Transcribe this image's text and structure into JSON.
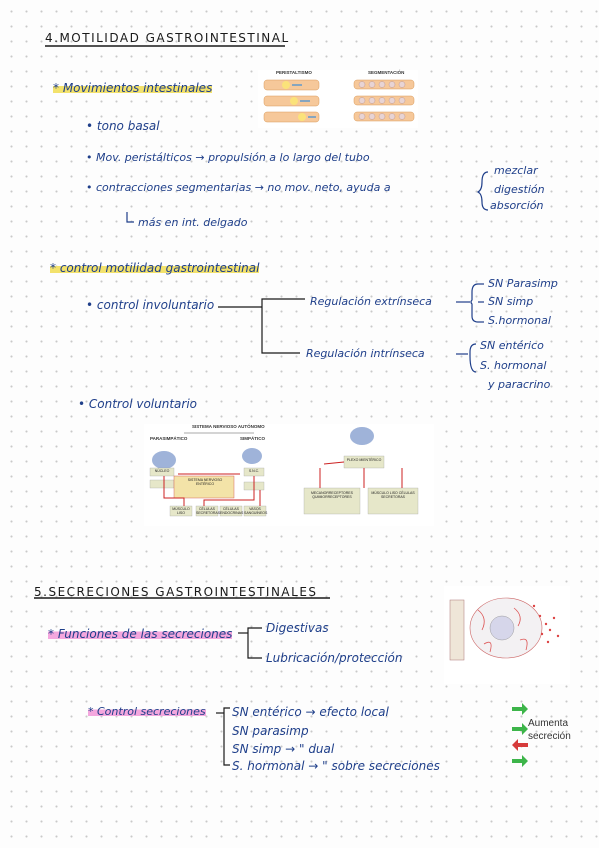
{
  "section4": {
    "title": "4.MOTILIDAD GASTROINTESTINAL",
    "movimientos": {
      "heading": "* Movimientos intestinales",
      "items": [
        "• tono basal",
        "• Mov. peristálticos → propulsión a lo largo del tubo",
        "• contracciones segmentarias → no mov. neto, ayuda a"
      ],
      "brace_items": [
        "mezclar",
        "digestión",
        "absorción"
      ],
      "note": "más en int. delgado",
      "figure": {
        "peristaltismo_label": "PERISTALTISMO",
        "segmentacion_label": "SEGMENTACIÓN"
      }
    },
    "control": {
      "heading": "* control motilidad gastrointestinal",
      "involuntario": "• control involuntario",
      "extrinseca": "Regulación extrínseca",
      "extrinseca_items": [
        "SN Parasimp",
        "SN simp",
        "S.hormonal"
      ],
      "intrinseca": "Regulación intrínseca",
      "intrinseca_items": [
        "SN entérico",
        "S. hormonal",
        "y paracrino"
      ],
      "voluntario": "• Control voluntario"
    },
    "diagram": {
      "title": "SISTEMA NERVIOSO AUTÓNOMO",
      "parasimpatico": "PARASIMPÁTICO",
      "simpatico": "SIMPÁTICO"
    }
  },
  "section5": {
    "title": "5.SECRECIONES GASTROINTESTINALES",
    "funciones": {
      "heading": "* Funciones de las secreciones",
      "items": [
        "Digestivas",
        "Lubricación/protección"
      ]
    },
    "control": {
      "heading": "* Control secreciones",
      "items": [
        "SN entérico → efecto local",
        "SN parasimp",
        "SN simp → \" dual",
        "S. hormonal → \" sobre secreciones"
      ]
    },
    "legend": {
      "line1": "Aumenta",
      "line2": "secreción"
    }
  }
}
